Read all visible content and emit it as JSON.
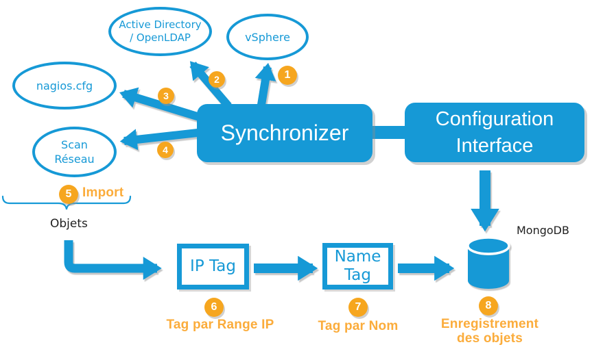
{
  "nodes": {
    "active_directory": "Active Directory\n/ OpenLDAP",
    "vsphere": "vSphere",
    "nagios_cfg": "nagios.cfg",
    "scan_reseau": "Scan\nRéseau",
    "synchronizer": "Synchronizer",
    "configuration_interface": "Configuration\nInterface",
    "ip_tag": "IP Tag",
    "name_tag": "Name\nTag"
  },
  "labels": {
    "mongodb": "MongoDB",
    "objets": "Objets"
  },
  "badges": [
    "1",
    "2",
    "3",
    "4",
    "5",
    "6",
    "7",
    "8"
  ],
  "captions": {
    "import": "Import",
    "tag_par_range_ip": "Tag par Range IP",
    "tag_par_nom": "Tag par Nom",
    "enregistrement": "Enregistrement\ndes objets"
  },
  "colors": {
    "blue": "#1699D6",
    "badge_orange": "#F6A61F",
    "caption_orange": "#FBAC3B",
    "text_black": "#1F1F1F"
  }
}
